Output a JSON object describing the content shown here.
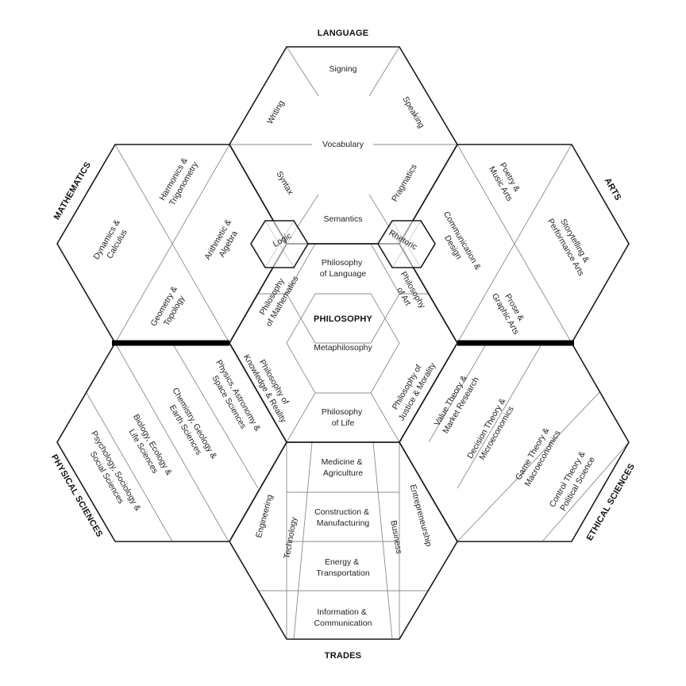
{
  "outer_hexes": [
    {
      "key": "language",
      "title": "LANGUAGE"
    },
    {
      "key": "arts",
      "title": "ARTS"
    },
    {
      "key": "ethical",
      "title": "ETHICAL SCIENCES"
    },
    {
      "key": "trades",
      "title": "TRADES"
    },
    {
      "key": "physical",
      "title": "PHYSICAL SCIENCES"
    },
    {
      "key": "mathematics",
      "title": "MATHEMATICS"
    }
  ],
  "center": {
    "title": "PHILOSOPHY",
    "core": "Metaphilosophy",
    "sections": [
      [
        "Philosophy",
        "of Language"
      ],
      [
        "Philosophy",
        "of Art"
      ],
      [
        "Philosophy of",
        "Justice & Morality"
      ],
      [
        "Philosophy",
        "of Life"
      ],
      [
        "Philosophy of",
        "Knowledge & Reality"
      ],
      [
        "Philosophy",
        "of Mathematics"
      ]
    ]
  },
  "bridges": {
    "logic": "Logic",
    "rhetoric": "Rhetoric"
  },
  "language_topics": {
    "signing": "Signing",
    "writing": "Writing",
    "speaking": "Speaking",
    "vocabulary": "Vocabulary",
    "syntax": "Syntax",
    "pragmatics": "Pragmatics",
    "semantics": "Semantics"
  },
  "arts_topics": [
    [
      "Poetry &",
      "Music Arts"
    ],
    [
      "Storytelling &",
      "Performance Arts"
    ],
    [
      "Communication &",
      "Design"
    ],
    [
      "Prose &",
      "Graphic Arts"
    ]
  ],
  "ethical_topics": [
    [
      "Value Theory &",
      "Market Research"
    ],
    [
      "Decision Theory &",
      "Microeconomics"
    ],
    [
      "Game Theory &",
      "Macroeconomics"
    ],
    [
      "Control Theory &",
      "Political Science"
    ]
  ],
  "trades_topics": {
    "rows": [
      [
        "Medicine &",
        "Agriculture"
      ],
      [
        "Construction &",
        "Manufacturing"
      ],
      [
        "Energy &",
        "Transportation"
      ],
      [
        "Information &",
        "Communication"
      ]
    ],
    "engineering": "Engineering",
    "technology": "Technology",
    "business": "Business",
    "entrepreneurship": "Entrepreneurship"
  },
  "physical_topics": [
    [
      "Physics, Astronomy &",
      "Space Sciences"
    ],
    [
      "Chemistry, Geology &",
      "Earth Sciences"
    ],
    [
      "Biology, Ecology &",
      "Life Sciences"
    ],
    [
      "Psychology, Sociology &",
      "Social Sciences"
    ]
  ],
  "math_topics": [
    [
      "Harmonics &",
      "Trigonometry"
    ],
    [
      "Dynamics &",
      "Calculus"
    ],
    [
      "Arithmetic &",
      "Algebra"
    ],
    [
      "Geometry &",
      "Topology"
    ]
  ]
}
